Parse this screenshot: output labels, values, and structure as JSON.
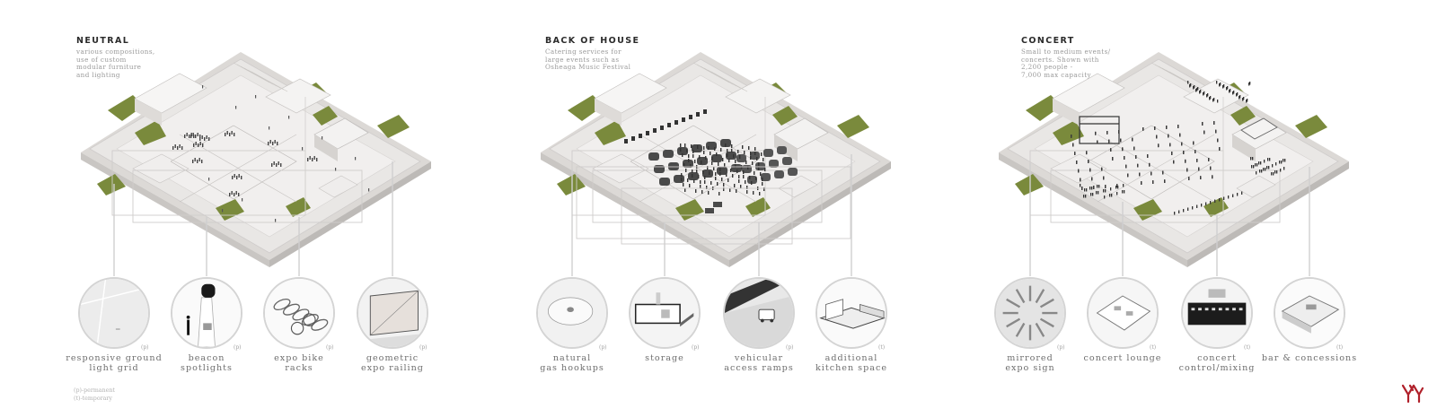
{
  "panels": [
    {
      "title": "NEUTRAL",
      "description": "various compositions,\nuse of custom\nmodular furniture\nand lighting",
      "features": [
        {
          "label": "responsive ground\nlight grid",
          "tag": "(p)",
          "icon": "light-grid-icon"
        },
        {
          "label": "beacon\nspotlights",
          "tag": "(p)",
          "icon": "beacon-icon"
        },
        {
          "label": "expo bike\nracks",
          "tag": "(p)",
          "icon": "bike-rack-icon"
        },
        {
          "label": "geometric\nexpo railing",
          "tag": "(p)",
          "icon": "railing-icon"
        }
      ]
    },
    {
      "title": "BACK OF HOUSE",
      "description": "Catering services for\nlarge events such as\nOsheaga Music Festival",
      "features": [
        {
          "label": "natural\ngas hookups",
          "tag": "(p)",
          "icon": "gas-hookup-icon"
        },
        {
          "label": "storage",
          "tag": "(p)",
          "icon": "storage-icon"
        },
        {
          "label": "vehicular\naccess ramps",
          "tag": "(p)",
          "icon": "ramp-icon"
        },
        {
          "label": "additional\nkitchen space",
          "tag": "(t)",
          "icon": "kitchen-icon"
        }
      ]
    },
    {
      "title": "CONCERT",
      "description": "Small to medium events/\nconcerts. Shown with\n2,200 people -\n7,000 max capacity",
      "features": [
        {
          "label": "mirrored\nexpo sign",
          "tag": "(p)",
          "icon": "expo-sign-icon"
        },
        {
          "label": "concert lounge",
          "tag": "(t)",
          "icon": "lounge-icon"
        },
        {
          "label": "concert\ncontrol/mixing",
          "tag": "(t)",
          "icon": "mixing-icon"
        },
        {
          "label": "bar & concessions",
          "tag": "(t)",
          "icon": "bar-icon"
        }
      ]
    }
  ],
  "legend": {
    "line1": "(p)-permanent",
    "line2": "(t)-temporary"
  },
  "colors": {
    "grass": "#7a8a3c",
    "floor": "#e9e7e5",
    "wall": "#d8d5d2",
    "crowd": "#3a3a3a",
    "line": "#cfcfcf"
  }
}
